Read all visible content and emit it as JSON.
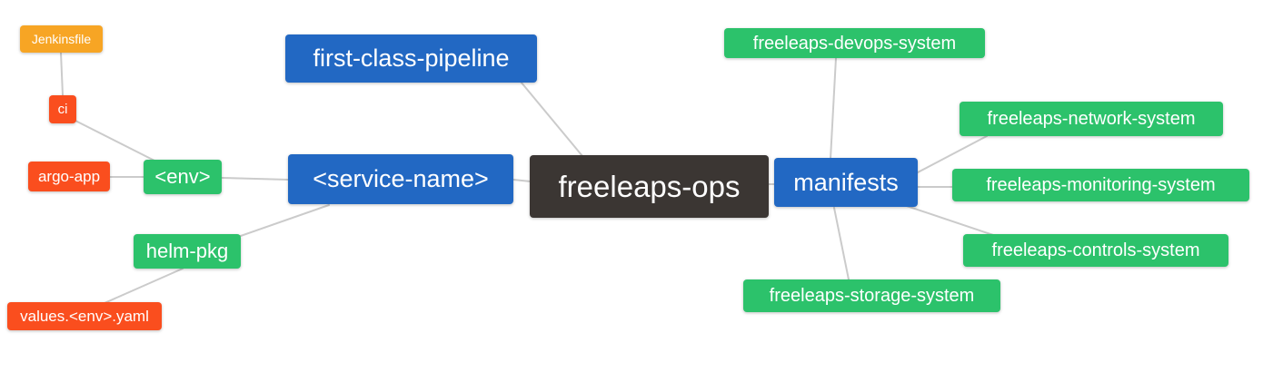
{
  "diagram": {
    "type": "mindmap",
    "root_label": "freeleaps-ops"
  },
  "palette": {
    "blue": "#2268c3",
    "green": "#2cc26b",
    "red": "#fa4e1e",
    "orange": "#f7a524",
    "dark": "#3b3633",
    "edge": "#cbcbcb",
    "background": "#ffffff",
    "node_text": "#ffffff"
  },
  "nodes": {
    "root": {
      "label": "freeleaps-ops",
      "color": "dark"
    },
    "fcp": {
      "label": "first-class-pipeline",
      "color": "blue"
    },
    "service": {
      "label": "<service-name>",
      "color": "blue"
    },
    "manifests": {
      "label": "manifests",
      "color": "blue"
    },
    "env": {
      "label": "<env>",
      "color": "green"
    },
    "helm_pkg": {
      "label": "helm-pkg",
      "color": "green"
    },
    "argo_app": {
      "label": "argo-app",
      "color": "red"
    },
    "ci": {
      "label": "ci",
      "color": "red"
    },
    "jenkinsfile": {
      "label": "Jenkinsfile",
      "color": "orange"
    },
    "values": {
      "label": "values.<env>.yaml",
      "color": "red"
    },
    "devops": {
      "label": "freeleaps-devops-system",
      "color": "green"
    },
    "network": {
      "label": "freeleaps-network-system",
      "color": "green"
    },
    "monitoring": {
      "label": "freeleaps-monitoring-system",
      "color": "green"
    },
    "controls": {
      "label": "freeleaps-controls-system",
      "color": "green"
    },
    "storage": {
      "label": "freeleaps-storage-system",
      "color": "green"
    }
  },
  "edges": [
    {
      "from": "jenkinsfile",
      "to": "ci"
    },
    {
      "from": "ci",
      "to": "env"
    },
    {
      "from": "argo_app",
      "to": "env"
    },
    {
      "from": "env",
      "to": "service"
    },
    {
      "from": "service",
      "to": "helm_pkg"
    },
    {
      "from": "helm_pkg",
      "to": "values"
    },
    {
      "from": "service",
      "to": "root"
    },
    {
      "from": "fcp",
      "to": "root"
    },
    {
      "from": "root",
      "to": "manifests"
    },
    {
      "from": "manifests",
      "to": "devops"
    },
    {
      "from": "manifests",
      "to": "network"
    },
    {
      "from": "manifests",
      "to": "monitoring"
    },
    {
      "from": "manifests",
      "to": "controls"
    },
    {
      "from": "manifests",
      "to": "storage"
    }
  ]
}
